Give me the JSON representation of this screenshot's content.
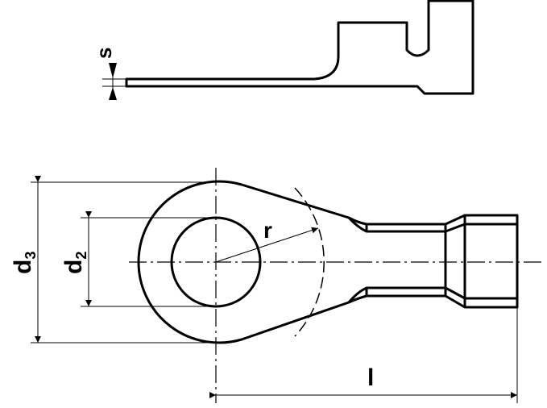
{
  "labels": {
    "thickness": "s",
    "outer_diameter": "d",
    "outer_diameter_sub": "3",
    "inner_diameter": "d",
    "inner_diameter_sub": "2",
    "radius": "r",
    "length": "l"
  }
}
